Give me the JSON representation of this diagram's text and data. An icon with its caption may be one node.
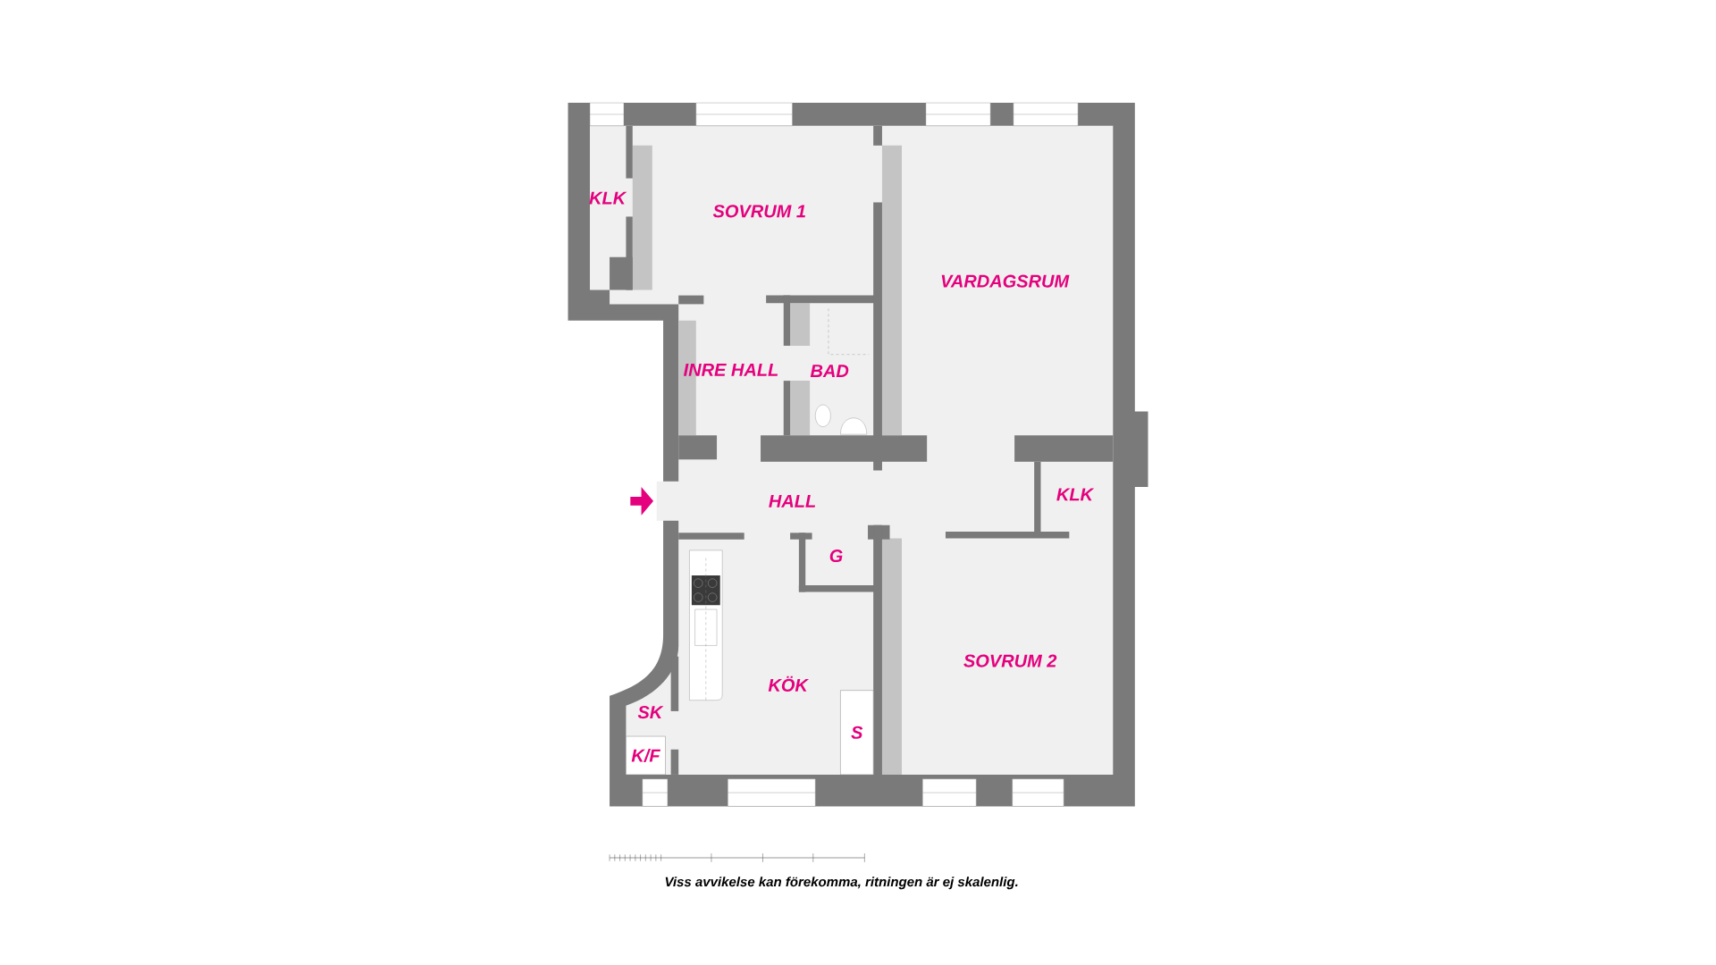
{
  "diagram": {
    "caption": "Viss avvikelse kan förekomma, ritningen är ej skalenlig.",
    "nodes": [
      {
        "text": [
          "K/F"
        ]
      },
      {
        "text": [
          "S"
        ]
      }
    ],
    "labels": [
      "KLK",
      "SOVRUM 1",
      "VARDAGSRUM",
      "INRE HALL",
      "BAD",
      "HALL",
      "KLK",
      "G",
      "SOVRUM 2",
      "KÖK",
      "SK"
    ]
  }
}
